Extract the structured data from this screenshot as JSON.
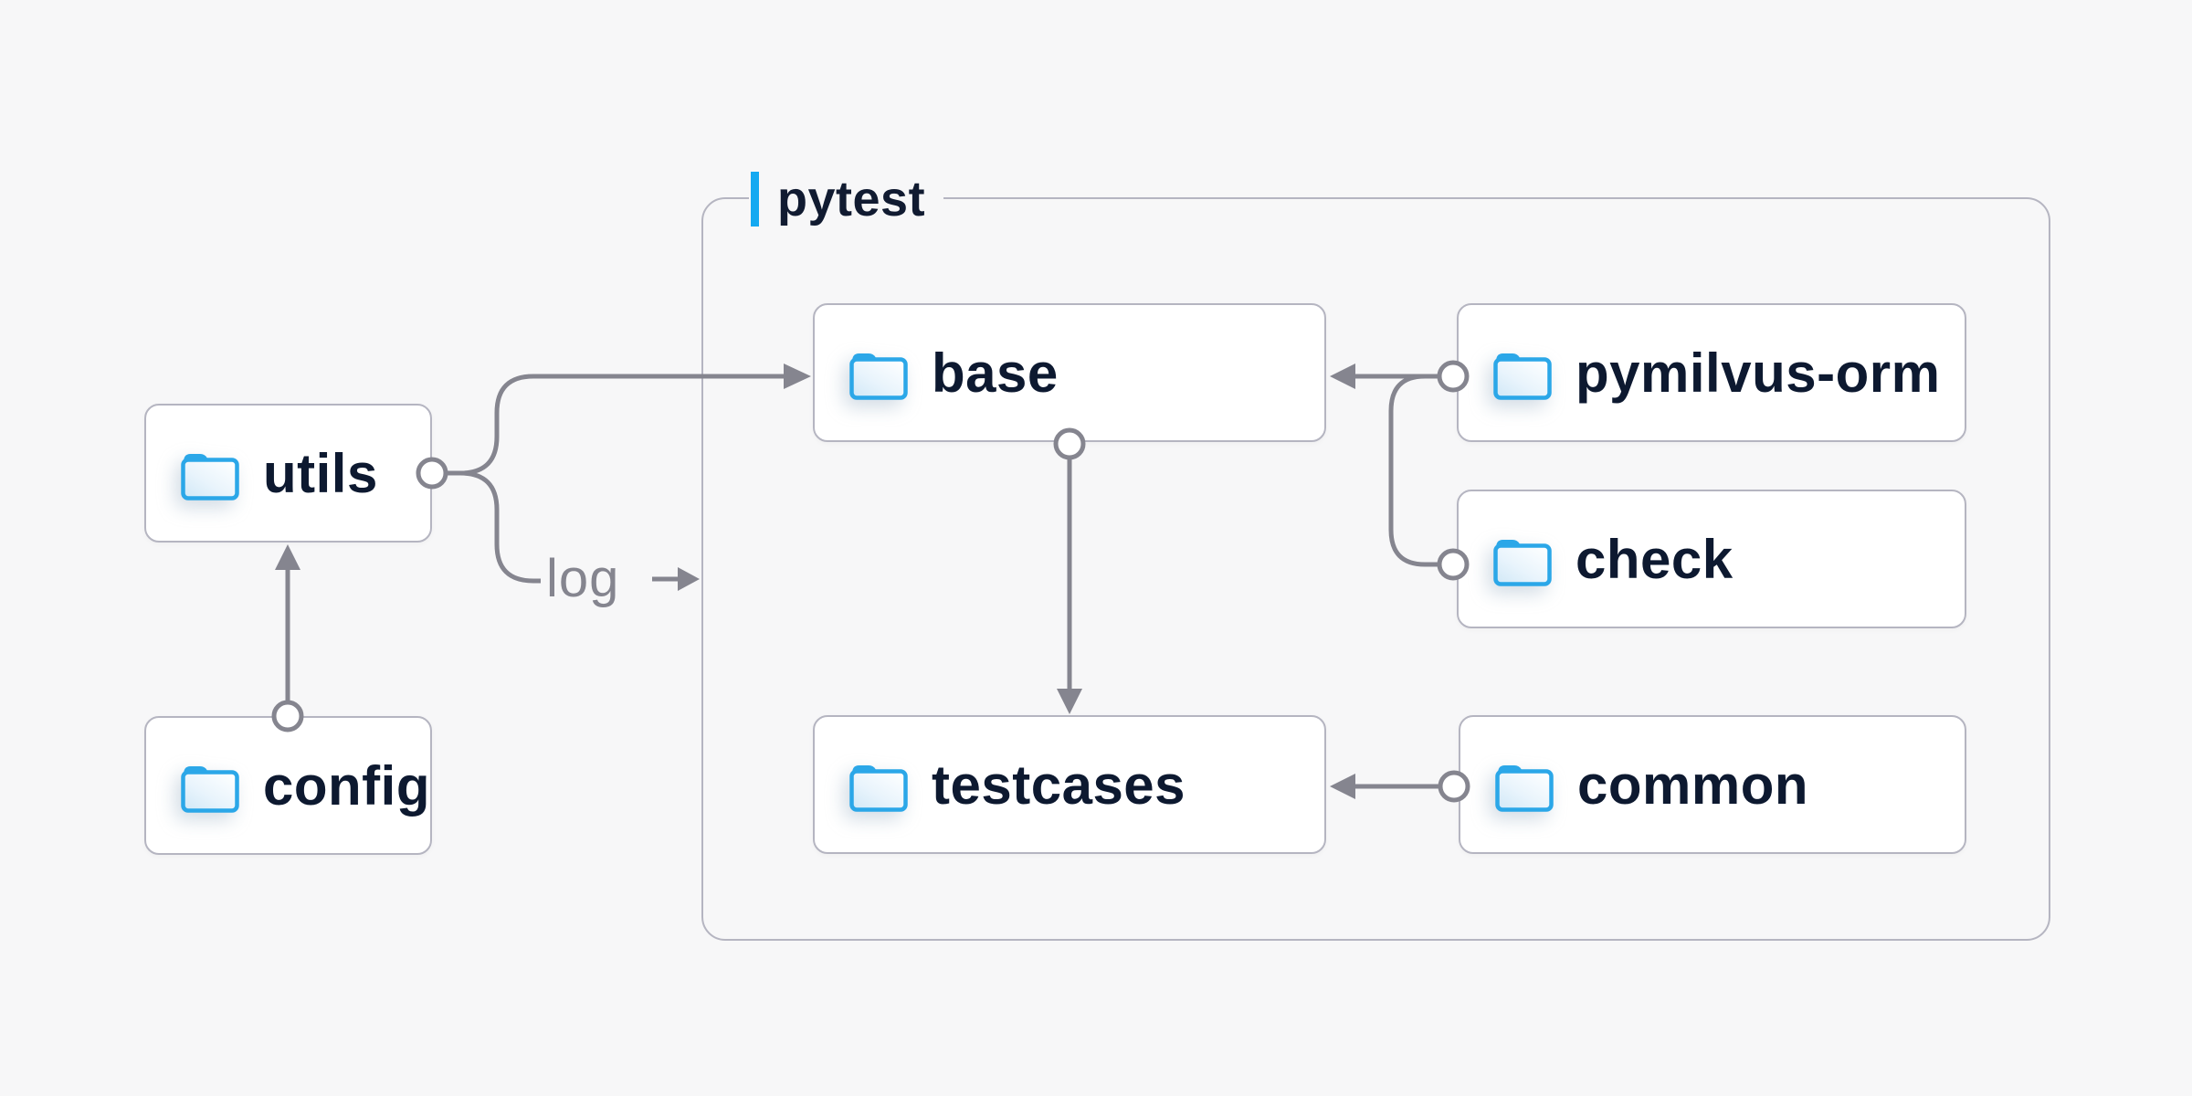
{
  "canvas": {
    "background": "#f7f7f8"
  },
  "colors": {
    "node_border": "#b5b5c1",
    "connector_gray": "#85858f",
    "text_navy": "#0d1930",
    "accent_blue": "#14a9f1",
    "folder_blue": "#2ba7e8",
    "muted_label_gray": "#85858f"
  },
  "group": {
    "label": "pytest"
  },
  "nodes": {
    "utils": {
      "label": "utils"
    },
    "config": {
      "label": "config"
    },
    "base": {
      "label": "base"
    },
    "pymilvus": {
      "label": "pymilvus-orm"
    },
    "check": {
      "label": "check"
    },
    "testcases": {
      "label": "testcases"
    },
    "common": {
      "label": "common"
    }
  },
  "edge_labels": {
    "log": "log"
  },
  "edges": [
    {
      "from": "config",
      "to": "utils"
    },
    {
      "from": "utils",
      "to": "base"
    },
    {
      "from": "utils",
      "to": "log"
    },
    {
      "from": "pymilvus-orm",
      "to": "base"
    },
    {
      "from": "check",
      "to": "base"
    },
    {
      "from": "base",
      "to": "testcases"
    },
    {
      "from": "common",
      "to": "testcases"
    }
  ]
}
